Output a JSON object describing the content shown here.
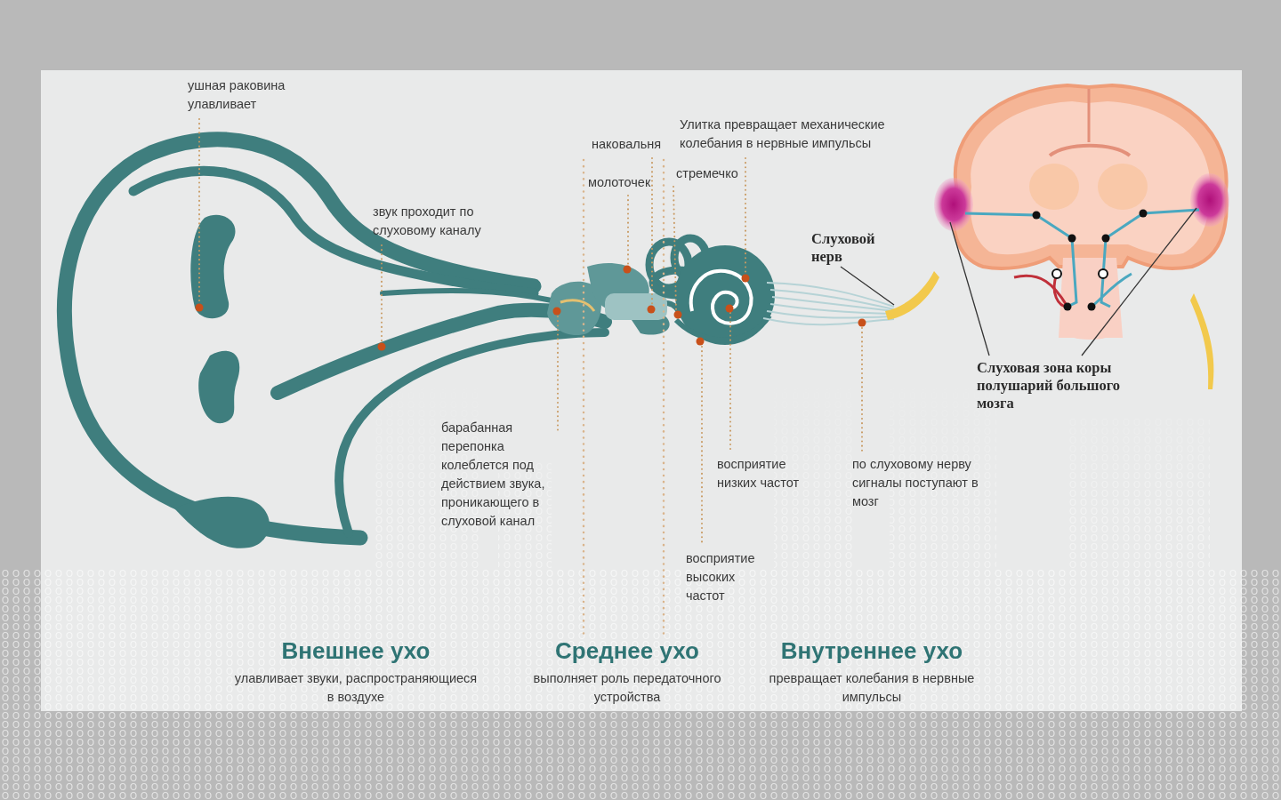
{
  "diagram": {
    "labels": [
      "ушная раковина улавливает",
      "звук проходит по слуховому каналу",
      "наковальня",
      "молоточек",
      "Улитка превращает механические колебания в нервные импульсы",
      "стремечко",
      "Слуховой нерв",
      "Слуховая зона коры полушарий большого мозга",
      "барабанная перепонка колеблется под действием звука, проникающего в слуховой канал",
      "восприятие низких частот",
      "по слуховому нерву сигналы поступают в мозг",
      "восприятие высоких частот",
      "Внешнее ухо",
      "улавливает звуки, распространяющиеся в воздухе",
      "Среднее ухо",
      "выполняет роль передаточного устройства",
      "Внутреннее ухо",
      "превращает колебания в нервные импульсы"
    ]
  }
}
